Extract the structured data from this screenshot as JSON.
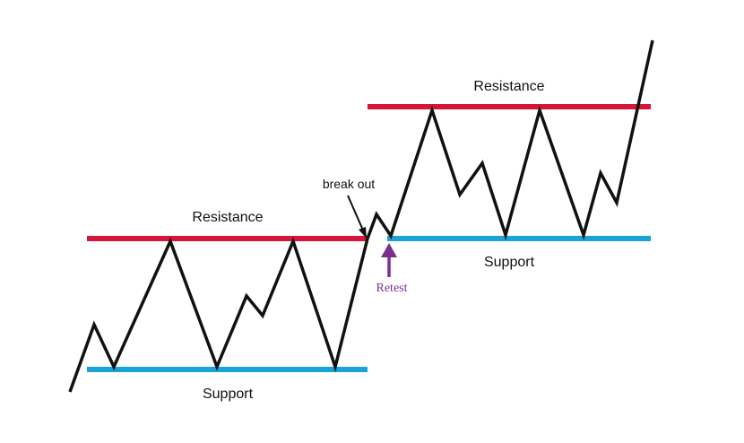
{
  "labels": {
    "resistance_left": "Resistance",
    "support_left": "Support",
    "resistance_right": "Resistance",
    "support_right": "Support",
    "break_out": "break out",
    "retest": "Retest"
  },
  "colors": {
    "resistance": "#d4163c",
    "support": "#1aa3d6",
    "price_line": "#111111",
    "retest": "#7a2f8f",
    "background": "#ffffff"
  }
}
